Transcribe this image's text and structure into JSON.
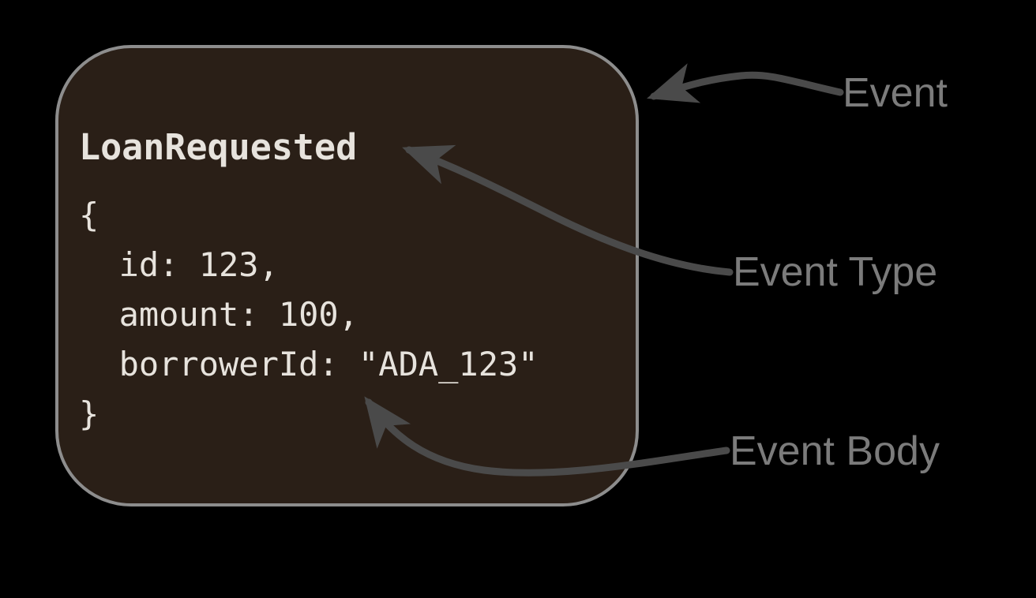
{
  "card": {
    "title": "LoanRequested",
    "body_lines": [
      "{",
      "  id: 123,",
      "  amount: 100,",
      "  borrowerId: \"ADA_123\"",
      "}"
    ]
  },
  "annotations": {
    "event_label": "Event",
    "event_type_label": "Event Type",
    "event_body_label": "Event Body"
  },
  "colors": {
    "background": "#000000",
    "card_fill": "#2a1f17",
    "card_border": "#8d8d8d",
    "code_text": "#e7e3dd",
    "label_text": "#7b7b7b",
    "arrow": "#4a4a4a"
  }
}
